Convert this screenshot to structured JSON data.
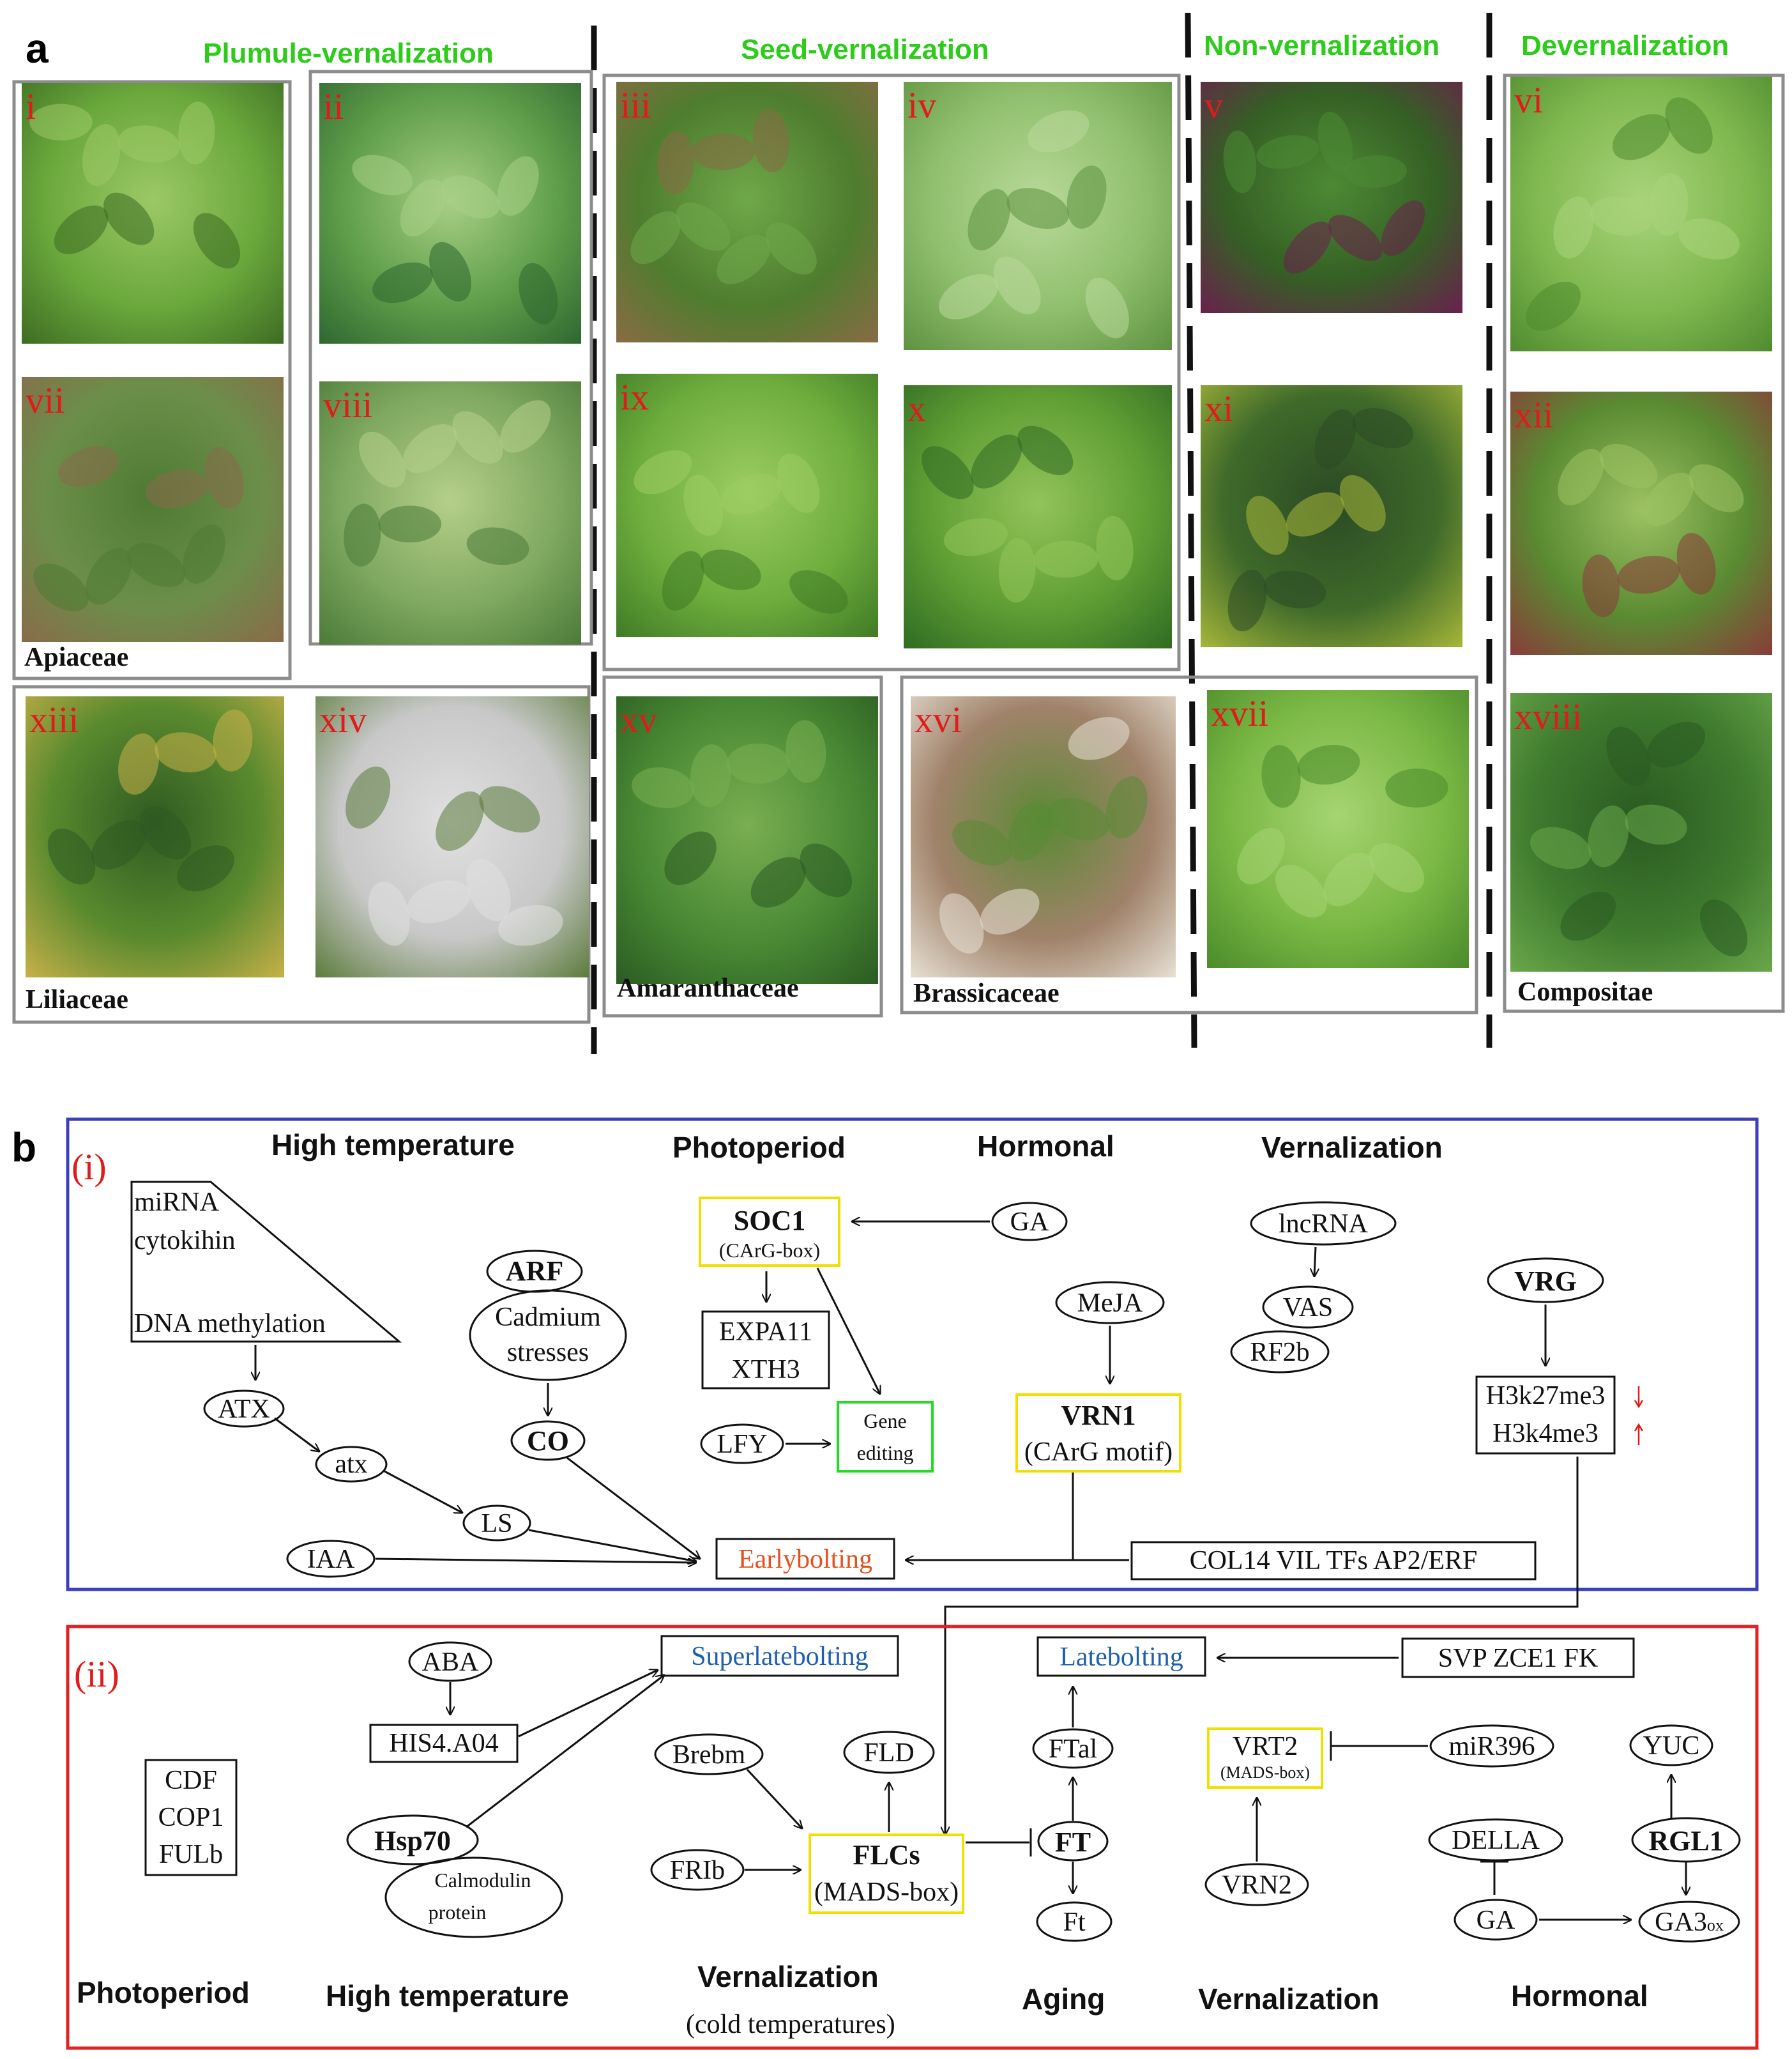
{
  "panel_a": {
    "letter": "a",
    "sections": {
      "plumule": "Plumule-vernalization",
      "seed": "Seed-vernalization",
      "non": "Non-vernalization",
      "dever": "Devernalization"
    },
    "families": {
      "apiaceae": "Apiaceae",
      "liliaceae": "Liliaceae",
      "amaranthaceae": "Amaranthaceae",
      "brassicaceae": "Brassicaceae",
      "compositae": "Compositae"
    },
    "photos": [
      {
        "label": "i",
        "colors": [
          "#6aa83c",
          "#3d6b22",
          "#9cc866"
        ]
      },
      {
        "label": "ii",
        "colors": [
          "#5f9e4a",
          "#2e6630",
          "#a8cf86"
        ]
      },
      {
        "label": "iii",
        "colors": [
          "#4e7d2e",
          "#8a6a45",
          "#6fa84a"
        ]
      },
      {
        "label": "iv",
        "colors": [
          "#8fbf6c",
          "#5d9140",
          "#b9d99a"
        ]
      },
      {
        "label": "v",
        "colors": [
          "#355f25",
          "#6b1f4f",
          "#4d8a34"
        ]
      },
      {
        "label": "vi",
        "colors": [
          "#7fb84f",
          "#4f8a2e",
          "#a9d37a"
        ]
      },
      {
        "label": "vii",
        "colors": [
          "#6b8f4a",
          "#8a6a4a",
          "#4f7a33"
        ]
      },
      {
        "label": "viii",
        "colors": [
          "#7fa860",
          "#4a7a38",
          "#b5cf8a"
        ]
      },
      {
        "label": "ix",
        "colors": [
          "#6fae3e",
          "#3f7a24",
          "#9ccc62"
        ]
      },
      {
        "label": "x",
        "colors": [
          "#5f9e34",
          "#2f6a22",
          "#92c45a"
        ]
      },
      {
        "label": "xi",
        "colors": [
          "#3f6a2a",
          "#a8b83a",
          "#2b4a24"
        ]
      },
      {
        "label": "xii",
        "colors": [
          "#5a8a32",
          "#8a3a3a",
          "#9cc262"
        ]
      },
      {
        "label": "xiii",
        "colors": [
          "#5a8a2e",
          "#c9b14a",
          "#2f5a22"
        ]
      },
      {
        "label": "xiv",
        "colors": [
          "#c8c8c8",
          "#5a7a3a",
          "#e0e0e0"
        ]
      },
      {
        "label": "xv",
        "colors": [
          "#4a8a34",
          "#2a5a22",
          "#7aae52"
        ]
      },
      {
        "label": "xvi",
        "colors": [
          "#a0826a",
          "#e8e2d6",
          "#5a8a34"
        ]
      },
      {
        "label": "xvii",
        "colors": [
          "#7ab844",
          "#4a8a2a",
          "#a6d472"
        ]
      },
      {
        "label": "xviii",
        "colors": [
          "#3f7a2e",
          "#6aa84a",
          "#2a5a22"
        ]
      }
    ]
  },
  "panel_b": {
    "letter": "b",
    "box_i": {
      "roman": "(i)",
      "headings": {
        "high_temp": "High temperature",
        "photoperiod": "Photoperiod",
        "hormonal": "Hormonal",
        "vernalization": "Vernalization"
      },
      "trap": {
        "l1": "miRNA",
        "l2": "cytokihin",
        "l3": "DNA methylation"
      },
      "ATX": "ATX",
      "atx": "atx",
      "LS": "LS",
      "IAA": "IAA",
      "ARF": "ARF",
      "cadmium1": "Cadmium",
      "cadmium2": "stresses",
      "CO": "CO",
      "SOC1": "SOC1",
      "SOC1_sub": "(CArG-box)",
      "EXPA11": "EXPA11",
      "XTH3": "XTH3",
      "LFY": "LFY",
      "gene1": "Gene",
      "gene2": "editing",
      "GA": "GA",
      "MeJA": "MeJA",
      "VRN1": "VRN1",
      "VRN1_sub": "(CArG motif)",
      "lncRNA": "lncRNA",
      "VAS": "VAS",
      "RF2b": "RF2b",
      "VRG": "VRG",
      "H3k27": "H3k27me3",
      "H3k4": "H3k4me3",
      "early": "Earlybolting",
      "col14": "COL14  VIL  TFs  AP2/ERF"
    },
    "box_ii": {
      "roman": "(ii)",
      "CDF": "CDF",
      "COP1": "COP1",
      "FULb": "FULb",
      "ABA": "ABA",
      "HIS4": "HIS4.A04",
      "Hsp70": "Hsp70",
      "calm1": "Calmodulin",
      "calm2": "protein",
      "superlate": "Superlatebolting",
      "Brebm": "Brebm",
      "FRIb": "FRIb",
      "FLD": "FLD",
      "FLCs": "FLCs",
      "FLCs_sub": "(MADS-box)",
      "FT": "FT",
      "FTal": "FTal",
      "Ft": "Ft",
      "late": "Latebolting",
      "SVP": "SVP  ZCE1  FK",
      "VRT2": "VRT2",
      "VRT2_sub": "(MADS-box)",
      "miR396": "miR396",
      "VRN2": "VRN2",
      "YUC": "YUC",
      "DELLA": "DELLA",
      "RGL1": "RGL1",
      "GA": "GA",
      "GA3": "GA3",
      "GA3_sub": "ox",
      "bottom": {
        "photoperiod": "Photoperiod",
        "high_temp": "High temperature",
        "vernalization": "Vernalization",
        "cold": "(cold temperatures)",
        "aging": "Aging",
        "vern2": "Vernalization",
        "hormonal": "Hormonal"
      }
    },
    "colors": {
      "box_i_border": "#3b3fbf",
      "box_ii_border": "#e02222",
      "highlight_yellow": "#f0e000",
      "highlight_green": "#22dd22",
      "early_text": "#e6501e",
      "late_text": "#1f5fb0",
      "roman": "#e01b1b",
      "section_green": "#2ecc1a"
    }
  }
}
